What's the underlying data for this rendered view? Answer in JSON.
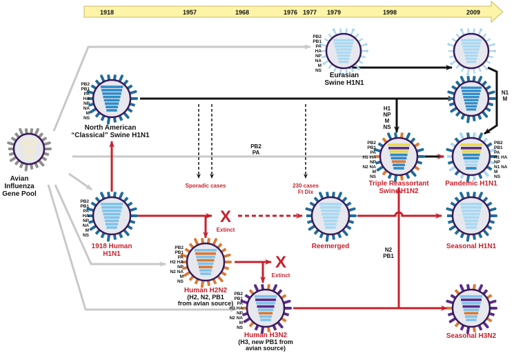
{
  "timeline": {
    "years": [
      "1918",
      "1957",
      "1968",
      "1976",
      "1977",
      "1979",
      "1998",
      "2009"
    ],
    "fill": "#fdf4a8",
    "stroke": "#c9b86a"
  },
  "colors": {
    "gray_arrow": "#c8c8c8",
    "black_arrow": "#111111",
    "red_arrow": "#c8202b",
    "envelope": "#3a1a5a",
    "core_bg": "#e6e8ee",
    "swine_blue": "#1f6d9b",
    "light_blue": "#7ec3ea",
    "pale_blue": "#a9d8f2",
    "orange": "#d97a35",
    "purple": "#5a2a8a",
    "yellow": "#e8d94a",
    "avian_gray": "#8e8e8e",
    "avian_cream": "#f1ead0"
  },
  "segments": {
    "plain": [
      "PB2",
      "PB1",
      "PA",
      "HA",
      "NP",
      "NA",
      "M",
      "NS"
    ],
    "h2n2": [
      "PB2",
      "PB1",
      "PA",
      "H2 HA",
      "NP",
      "N2 NA",
      "M",
      "NS"
    ],
    "h3n2": [
      "PB2",
      "PB1",
      "PA",
      "H3 HA",
      "NP",
      "N2 NA",
      "M",
      "NS"
    ],
    "triple": [
      "PB2",
      "PB1",
      "PA",
      "H1 HA",
      "NP",
      "N2 NA",
      "M",
      "NS"
    ],
    "pandemic": [
      "PB2",
      "PB1",
      "PA",
      "H1 HA",
      "NP",
      "N1 NA",
      "M",
      "NS"
    ]
  },
  "viruses": {
    "avian": {
      "label_lines": [
        "Avian",
        "Influenza",
        "Gene Pool"
      ]
    },
    "na_classical": {
      "label_lines": [
        "North American",
        "“Classical” Swine H1N1"
      ]
    },
    "eurasian": {
      "label_lines": [
        "Eurasian",
        "Swine H1N1"
      ]
    },
    "human_1918": {
      "label_lines": [
        "1918 Human",
        "H1N1"
      ]
    },
    "h2n2": {
      "label_lines": [
        "Human H2N2"
      ],
      "sub_lines": [
        "(H2, N2, PB1",
        "from avian source)"
      ]
    },
    "h3n2": {
      "label_lines": [
        "Human H3N2"
      ],
      "sub_lines": [
        "(H3, new PB1 from",
        "avian source)"
      ]
    },
    "reemerged": {
      "label_lines": [
        "Reemerged"
      ]
    },
    "triple": {
      "label_lines": [
        "Triple Reassortant",
        "Swine H1N2"
      ]
    },
    "pandemic": {
      "label_lines": [
        "Pandemic H1N1"
      ]
    },
    "seasonal_h1n1": {
      "label_lines": [
        "Seasonal H1N1"
      ]
    },
    "seasonal_h3n2": {
      "label_lines": [
        "Seasonal H3N2"
      ]
    }
  },
  "annotations": {
    "sporadic": "Sporadic cases",
    "ftdix_1": "230 cases",
    "ftdix_2": "Ft Dix",
    "extinct_1": "Extinct",
    "extinct_2": "Extinct",
    "x_mark": "X",
    "pb2_pa": [
      "PB2",
      "PA"
    ],
    "h1_np_m_ns": [
      "H1",
      "NP",
      "M",
      "NS"
    ],
    "n1_m": [
      "N1",
      "M"
    ],
    "n2_pb1": [
      "N2",
      "PB1"
    ]
  }
}
